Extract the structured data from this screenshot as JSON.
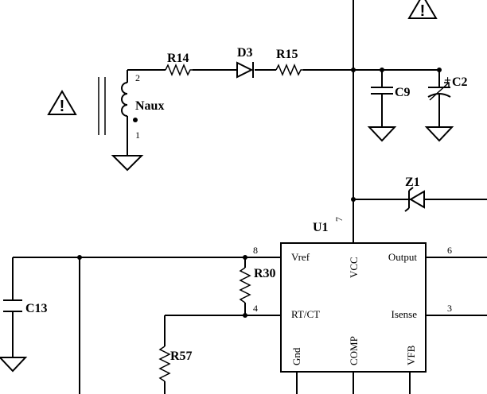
{
  "labels": {
    "r14": "R14",
    "d3": "D3",
    "r15": "R15",
    "c9": "C9",
    "c2": "C2",
    "naux": "Naux",
    "z1": "Z1",
    "u1": "U1",
    "r30": "R30",
    "c13": "C13",
    "r57": "R57"
  },
  "pins": {
    "naux_2": "2",
    "naux_1": "1",
    "p7": "7",
    "p8": "8",
    "p4": "4",
    "p6": "6",
    "p3": "3",
    "c2_plus": "+"
  },
  "ic": {
    "vref": "Vref",
    "vcc": "VCC",
    "output": "Output",
    "rtct": "RT/CT",
    "isense": "Isense",
    "gnd": "Gnd",
    "comp": "COMP",
    "vfb": "VFB"
  },
  "warning_glyph": "!"
}
